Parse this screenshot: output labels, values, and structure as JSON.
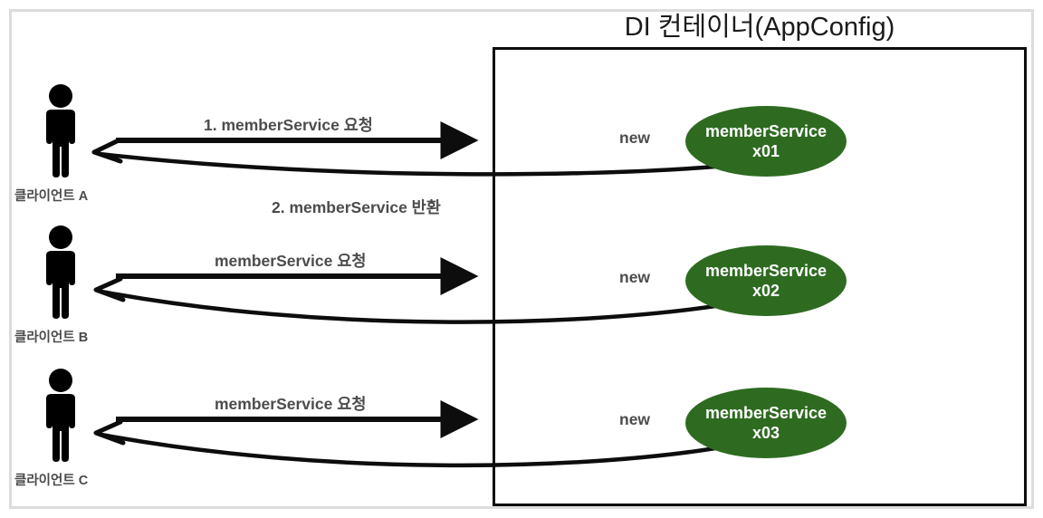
{
  "diagram": {
    "title": "DI 컨테이너(AppConfig)",
    "accent_green": "#2e6b21",
    "line_color": "#0d0d0d",
    "label_color": "#4c4c4c",
    "frame_color": "#dcdcdc"
  },
  "clients": [
    {
      "label": "클라이언트 A",
      "icon": "person-icon"
    },
    {
      "label": "클라이언트 B",
      "icon": "person-icon"
    },
    {
      "label": "클라이언트 C",
      "icon": "person-icon"
    }
  ],
  "flows": [
    {
      "request_label": "1. memberService 요청",
      "return_label": "2. memberService 반환",
      "new_label": "new"
    },
    {
      "request_label": "memberService 요청",
      "return_label": "",
      "new_label": "new"
    },
    {
      "request_label": "memberService 요청",
      "return_label": "",
      "new_label": "new"
    }
  ],
  "beans": [
    {
      "name": "memberService",
      "instance": "x01"
    },
    {
      "name": "memberService",
      "instance": "x02"
    },
    {
      "name": "memberService",
      "instance": "x03"
    }
  ]
}
